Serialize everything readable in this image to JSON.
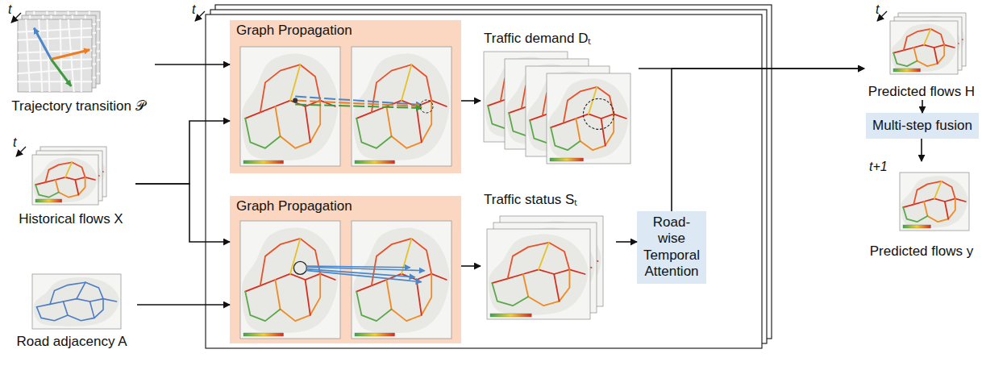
{
  "diagram": {
    "nodes": [
      {
        "text": [
          "Trajectory transition 𝒫"
        ]
      },
      {
        "text": [
          "Historical flows X"
        ]
      },
      {
        "text": [
          "Road adjacency A"
        ]
      },
      {
        "text": [
          "Graph Propagation"
        ]
      },
      {
        "text": [
          "Graph Propagation"
        ]
      },
      {
        "text": [
          "Traffic demand Dₜ"
        ]
      },
      {
        "text": [
          "Traffic status Sₜ"
        ]
      },
      {
        "text": [
          "Road-wise Temporal Attention"
        ]
      },
      {
        "text": [
          "Predicted flows H"
        ]
      },
      {
        "text": [
          "Multi-step fusion"
        ]
      },
      {
        "text": [
          "Predicted flows y"
        ]
      }
    ],
    "edges": [
      {
        "from": 0,
        "to": 3,
        "arrow": "to"
      },
      {
        "from": 1,
        "to": 3,
        "arrow": "to"
      },
      {
        "from": 1,
        "to": 4,
        "arrow": "to"
      },
      {
        "from": 2,
        "to": 4,
        "arrow": "to"
      },
      {
        "from": 3,
        "to": 5,
        "arrow": "to"
      },
      {
        "from": 4,
        "to": 6,
        "arrow": "to"
      },
      {
        "from": 6,
        "to": 7,
        "arrow": "to"
      },
      {
        "from": 5,
        "to": 8,
        "arrow": "to"
      },
      {
        "from": 7,
        "to": 8,
        "arrow": "to"
      },
      {
        "from": 8,
        "to": 9,
        "arrow": "to"
      },
      {
        "from": 9,
        "to": 10,
        "arrow": "to"
      }
    ],
    "labels": [
      "t",
      "t",
      "t",
      "t",
      "t+1"
    ]
  }
}
